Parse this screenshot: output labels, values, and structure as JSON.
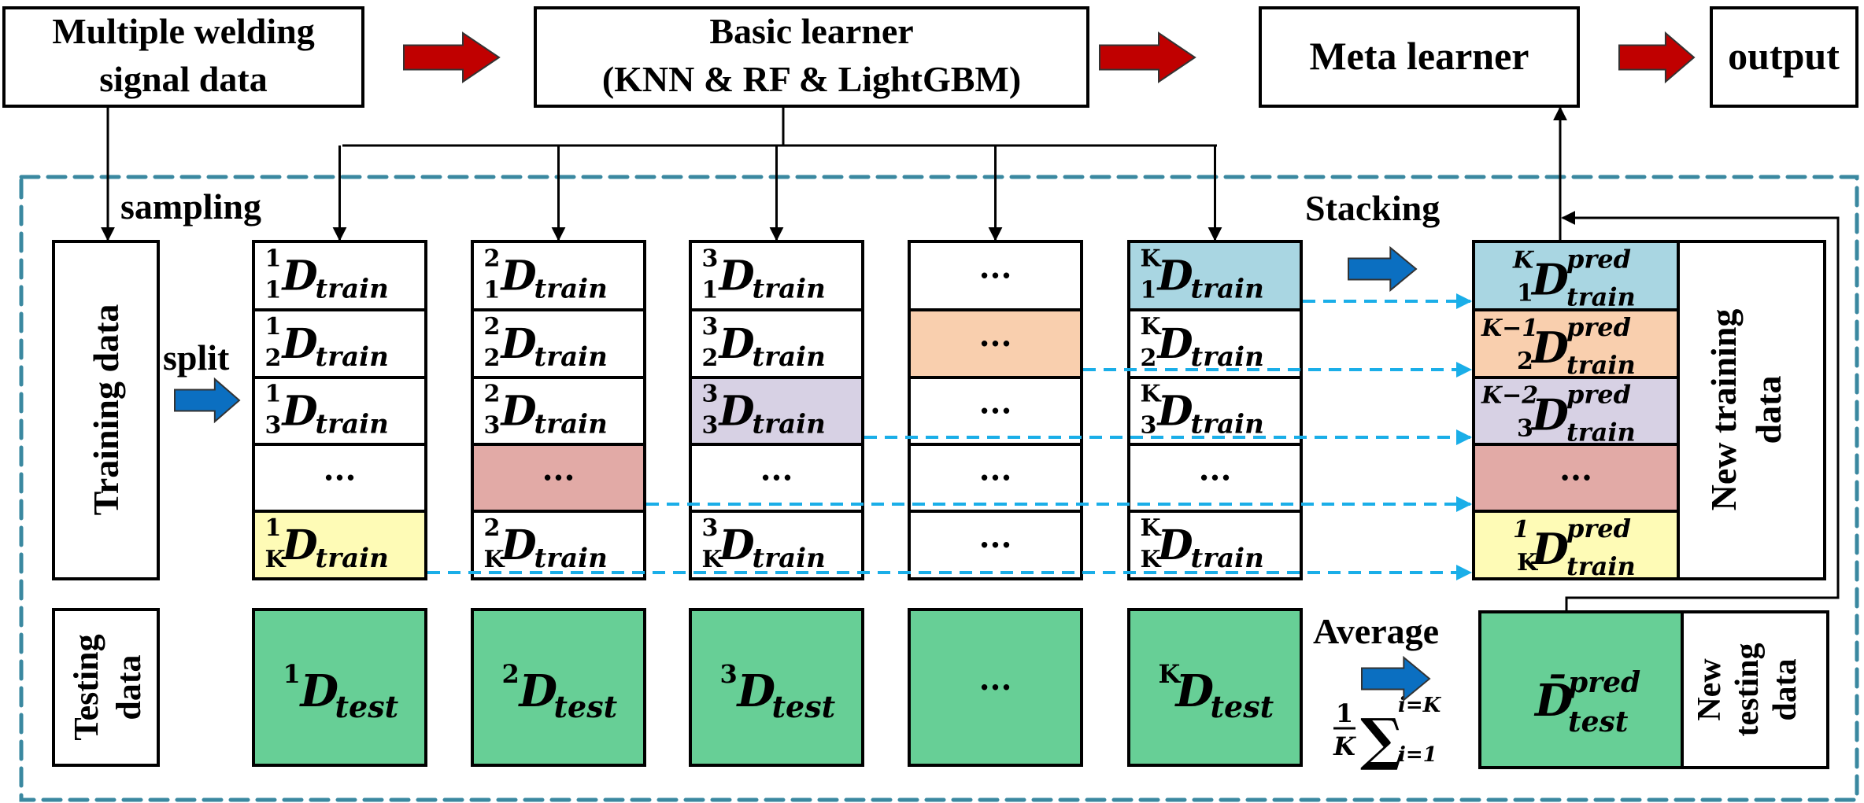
{
  "title": "Stacking ensemble framework for welding signal data",
  "top_flow": {
    "input_line1": "Multiple welding",
    "input_line2": "signal data",
    "basic_learner_line1": "Basic learner",
    "basic_learner_line2": "(KNN & RF & LightGBM)",
    "meta_learner": "Meta learner",
    "output": "output"
  },
  "labels": {
    "sampling": "sampling",
    "split": "split",
    "stacking": "Stacking",
    "average": "Average",
    "training_data": "Training data",
    "testing_data_line1": "Testing",
    "testing_data_line2": "data",
    "new_training_line1": "New training",
    "new_training_line2": "data",
    "new_testing_line1": "New",
    "new_testing_line2": "testing",
    "new_testing_line3": "data"
  },
  "formula": {
    "numerator": "1",
    "denominator": "K",
    "sigma": "∑",
    "upper": "i=K",
    "lower": "i=1"
  },
  "fold_symbol": {
    "main": "D",
    "train_sub": "train",
    "test_sub": "test",
    "pred_sup": "pred",
    "ellipsis": "···"
  },
  "colors": {
    "red_arrow": "#c00000",
    "blue_arrow": "#0b6fc1",
    "teal_dash": "#3a88a0",
    "cyan_dash": "#1aaee8",
    "fold_blue": "#a9d6e2",
    "fold_orange": "#f9cfae",
    "fold_purple": "#d7d1e4",
    "fold_red": "#e2aaa6",
    "fold_yellow": "#fefbb6",
    "test_green": "#67cf96"
  },
  "columns": [
    {
      "sup": "1",
      "rows": [
        {
          "pre_sup": "1",
          "pre_sub": "1",
          "highlight": null
        },
        {
          "pre_sup": "1",
          "pre_sub": "2",
          "highlight": null
        },
        {
          "pre_sup": "1",
          "pre_sub": "3",
          "highlight": null
        },
        {
          "ellipsis": true,
          "highlight": null
        },
        {
          "pre_sup": "1",
          "pre_sub": "K",
          "highlight": "fold_yellow"
        }
      ],
      "test_sup": "1"
    },
    {
      "sup": "2",
      "rows": [
        {
          "pre_sup": "2",
          "pre_sub": "1",
          "highlight": null
        },
        {
          "pre_sup": "2",
          "pre_sub": "2",
          "highlight": null
        },
        {
          "pre_sup": "2",
          "pre_sub": "3",
          "highlight": null
        },
        {
          "ellipsis": true,
          "highlight": "fold_red"
        },
        {
          "pre_sup": "2",
          "pre_sub": "K",
          "highlight": null
        }
      ],
      "test_sup": "2"
    },
    {
      "sup": "3",
      "rows": [
        {
          "pre_sup": "3",
          "pre_sub": "1",
          "highlight": null
        },
        {
          "pre_sup": "3",
          "pre_sub": "2",
          "highlight": null
        },
        {
          "pre_sup": "3",
          "pre_sub": "3",
          "highlight": "fold_purple"
        },
        {
          "ellipsis": true,
          "highlight": null
        },
        {
          "pre_sup": "3",
          "pre_sub": "K",
          "highlight": null
        }
      ],
      "test_sup": "3"
    },
    {
      "sup": "…",
      "rows": [
        {
          "ellipsis": true,
          "highlight": null
        },
        {
          "ellipsis": true,
          "highlight": "fold_orange"
        },
        {
          "ellipsis": true,
          "highlight": null
        },
        {
          "ellipsis": true,
          "highlight": null
        },
        {
          "ellipsis": true,
          "highlight": null
        }
      ],
      "test_sup": null
    },
    {
      "sup": "K",
      "rows": [
        {
          "pre_sup": "K",
          "pre_sub": "1",
          "highlight": "fold_blue"
        },
        {
          "pre_sup": "K",
          "pre_sub": "2",
          "highlight": null
        },
        {
          "pre_sup": "K",
          "pre_sub": "3",
          "highlight": null
        },
        {
          "ellipsis": true,
          "highlight": null
        },
        {
          "pre_sup": "K",
          "pre_sub": "K",
          "highlight": null
        }
      ],
      "test_sup": "K"
    }
  ],
  "stacked": [
    {
      "pre_sup": "K",
      "pre_sub": "1",
      "color": "fold_blue"
    },
    {
      "pre_sup": "K−1",
      "pre_sub": "2",
      "color": "fold_orange"
    },
    {
      "pre_sup": "K−2",
      "pre_sub": "3",
      "color": "fold_purple"
    },
    {
      "ellipsis": true,
      "color": "fold_red"
    },
    {
      "pre_sup": "1",
      "pre_sub": "K",
      "color": "fold_yellow"
    }
  ],
  "stacked_sources": [
    {
      "row": 0,
      "from_col": 4
    },
    {
      "row": 1,
      "from_col": 3
    },
    {
      "row": 2,
      "from_col": 2
    },
    {
      "row": 3,
      "from_col": 1
    },
    {
      "row": 4,
      "from_col": 0
    }
  ],
  "test_result": {
    "main": "D̄",
    "sup": "pred",
    "sub": "test"
  }
}
